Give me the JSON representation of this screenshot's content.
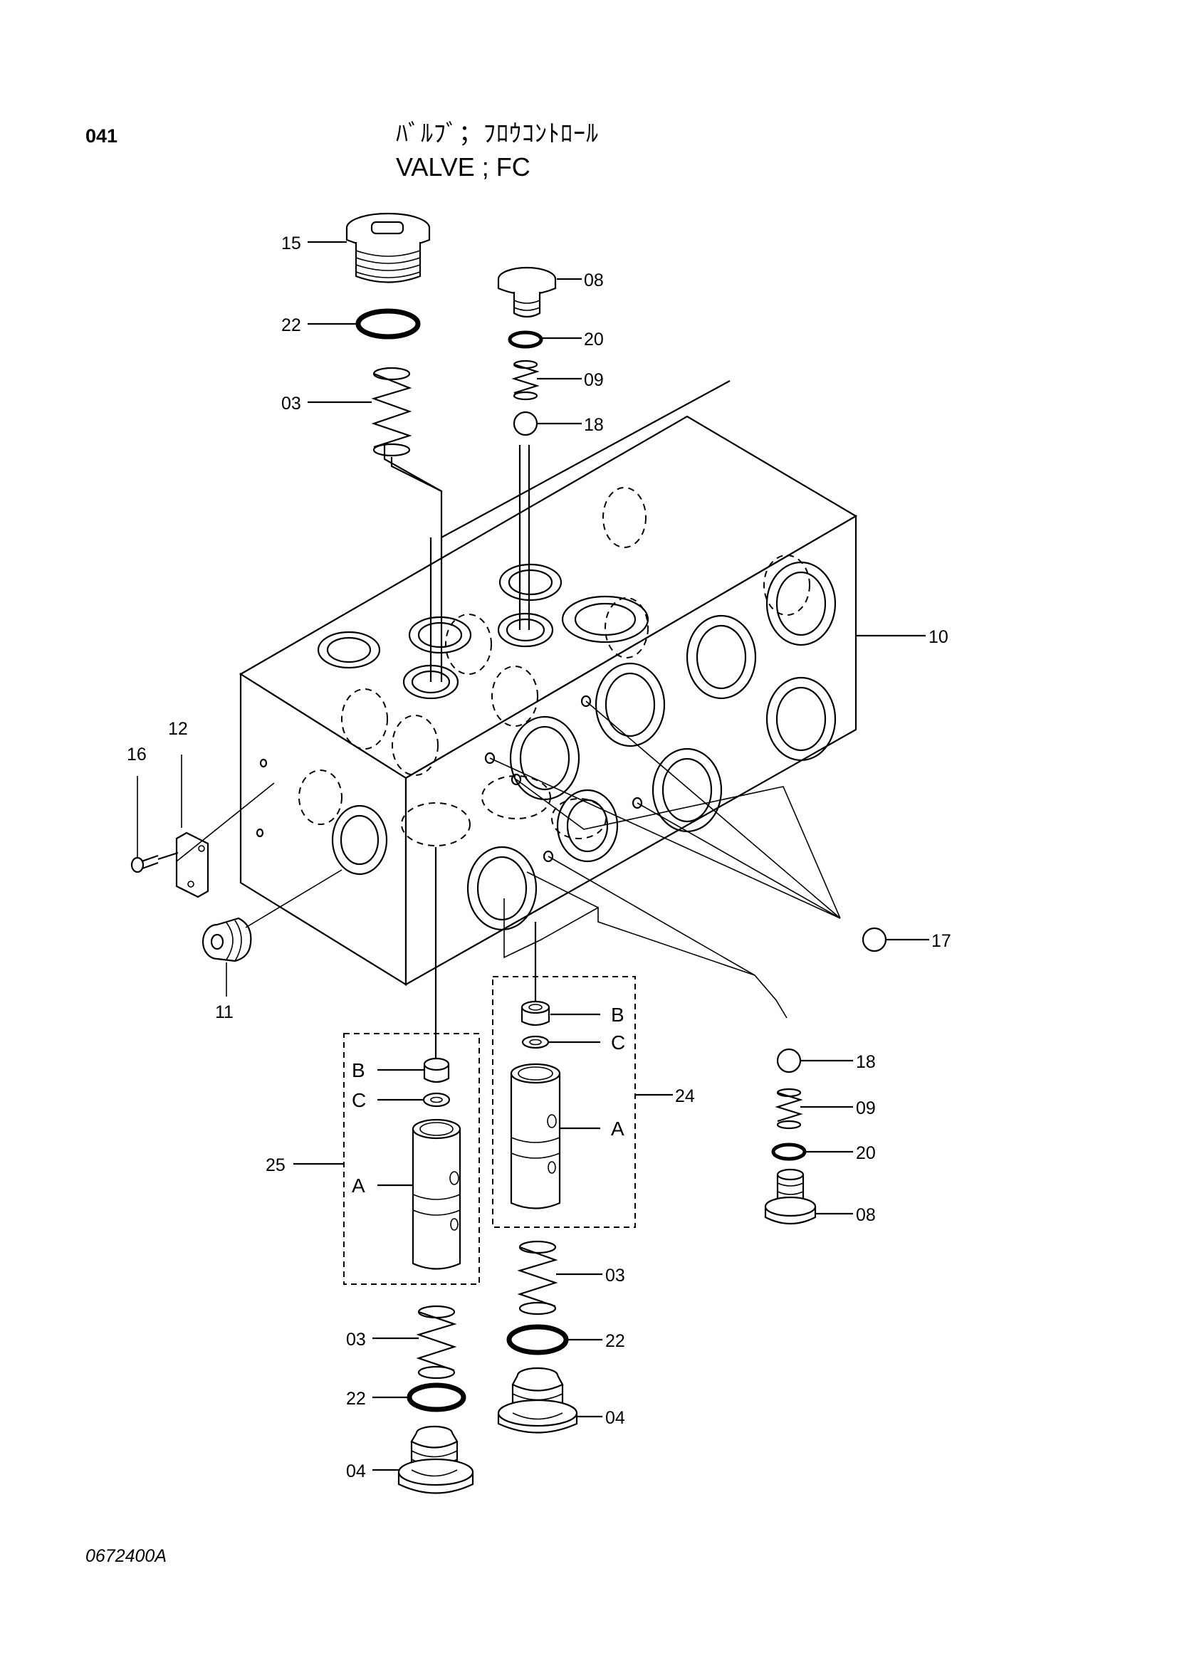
{
  "page_number": "041",
  "title_jp": "ﾊﾞﾙﾌﾞ；ﾌﾛｳｺﾝﾄﾛｰﾙ",
  "title_en": "VALVE ; FC",
  "drawing_code": "0672400A",
  "parts": {
    "p15": "15",
    "p22a": "22",
    "p03a": "03",
    "p08a": "08",
    "p20a": "20",
    "p09a": "09",
    "p18a": "18",
    "p10": "10",
    "p12": "12",
    "p16": "16",
    "p11": "11",
    "p17": "17",
    "p18b": "18",
    "p09b": "09",
    "p20b": "20",
    "p08b": "08",
    "p24": "24",
    "p25": "25",
    "p03b": "03",
    "p22b": "22",
    "p04a": "04",
    "p03c": "03",
    "p22c": "22",
    "p04b": "04"
  },
  "sub_parts": {
    "b1": "B",
    "c1": "C",
    "a1": "A",
    "b2": "B",
    "c2": "C",
    "a2": "A"
  }
}
